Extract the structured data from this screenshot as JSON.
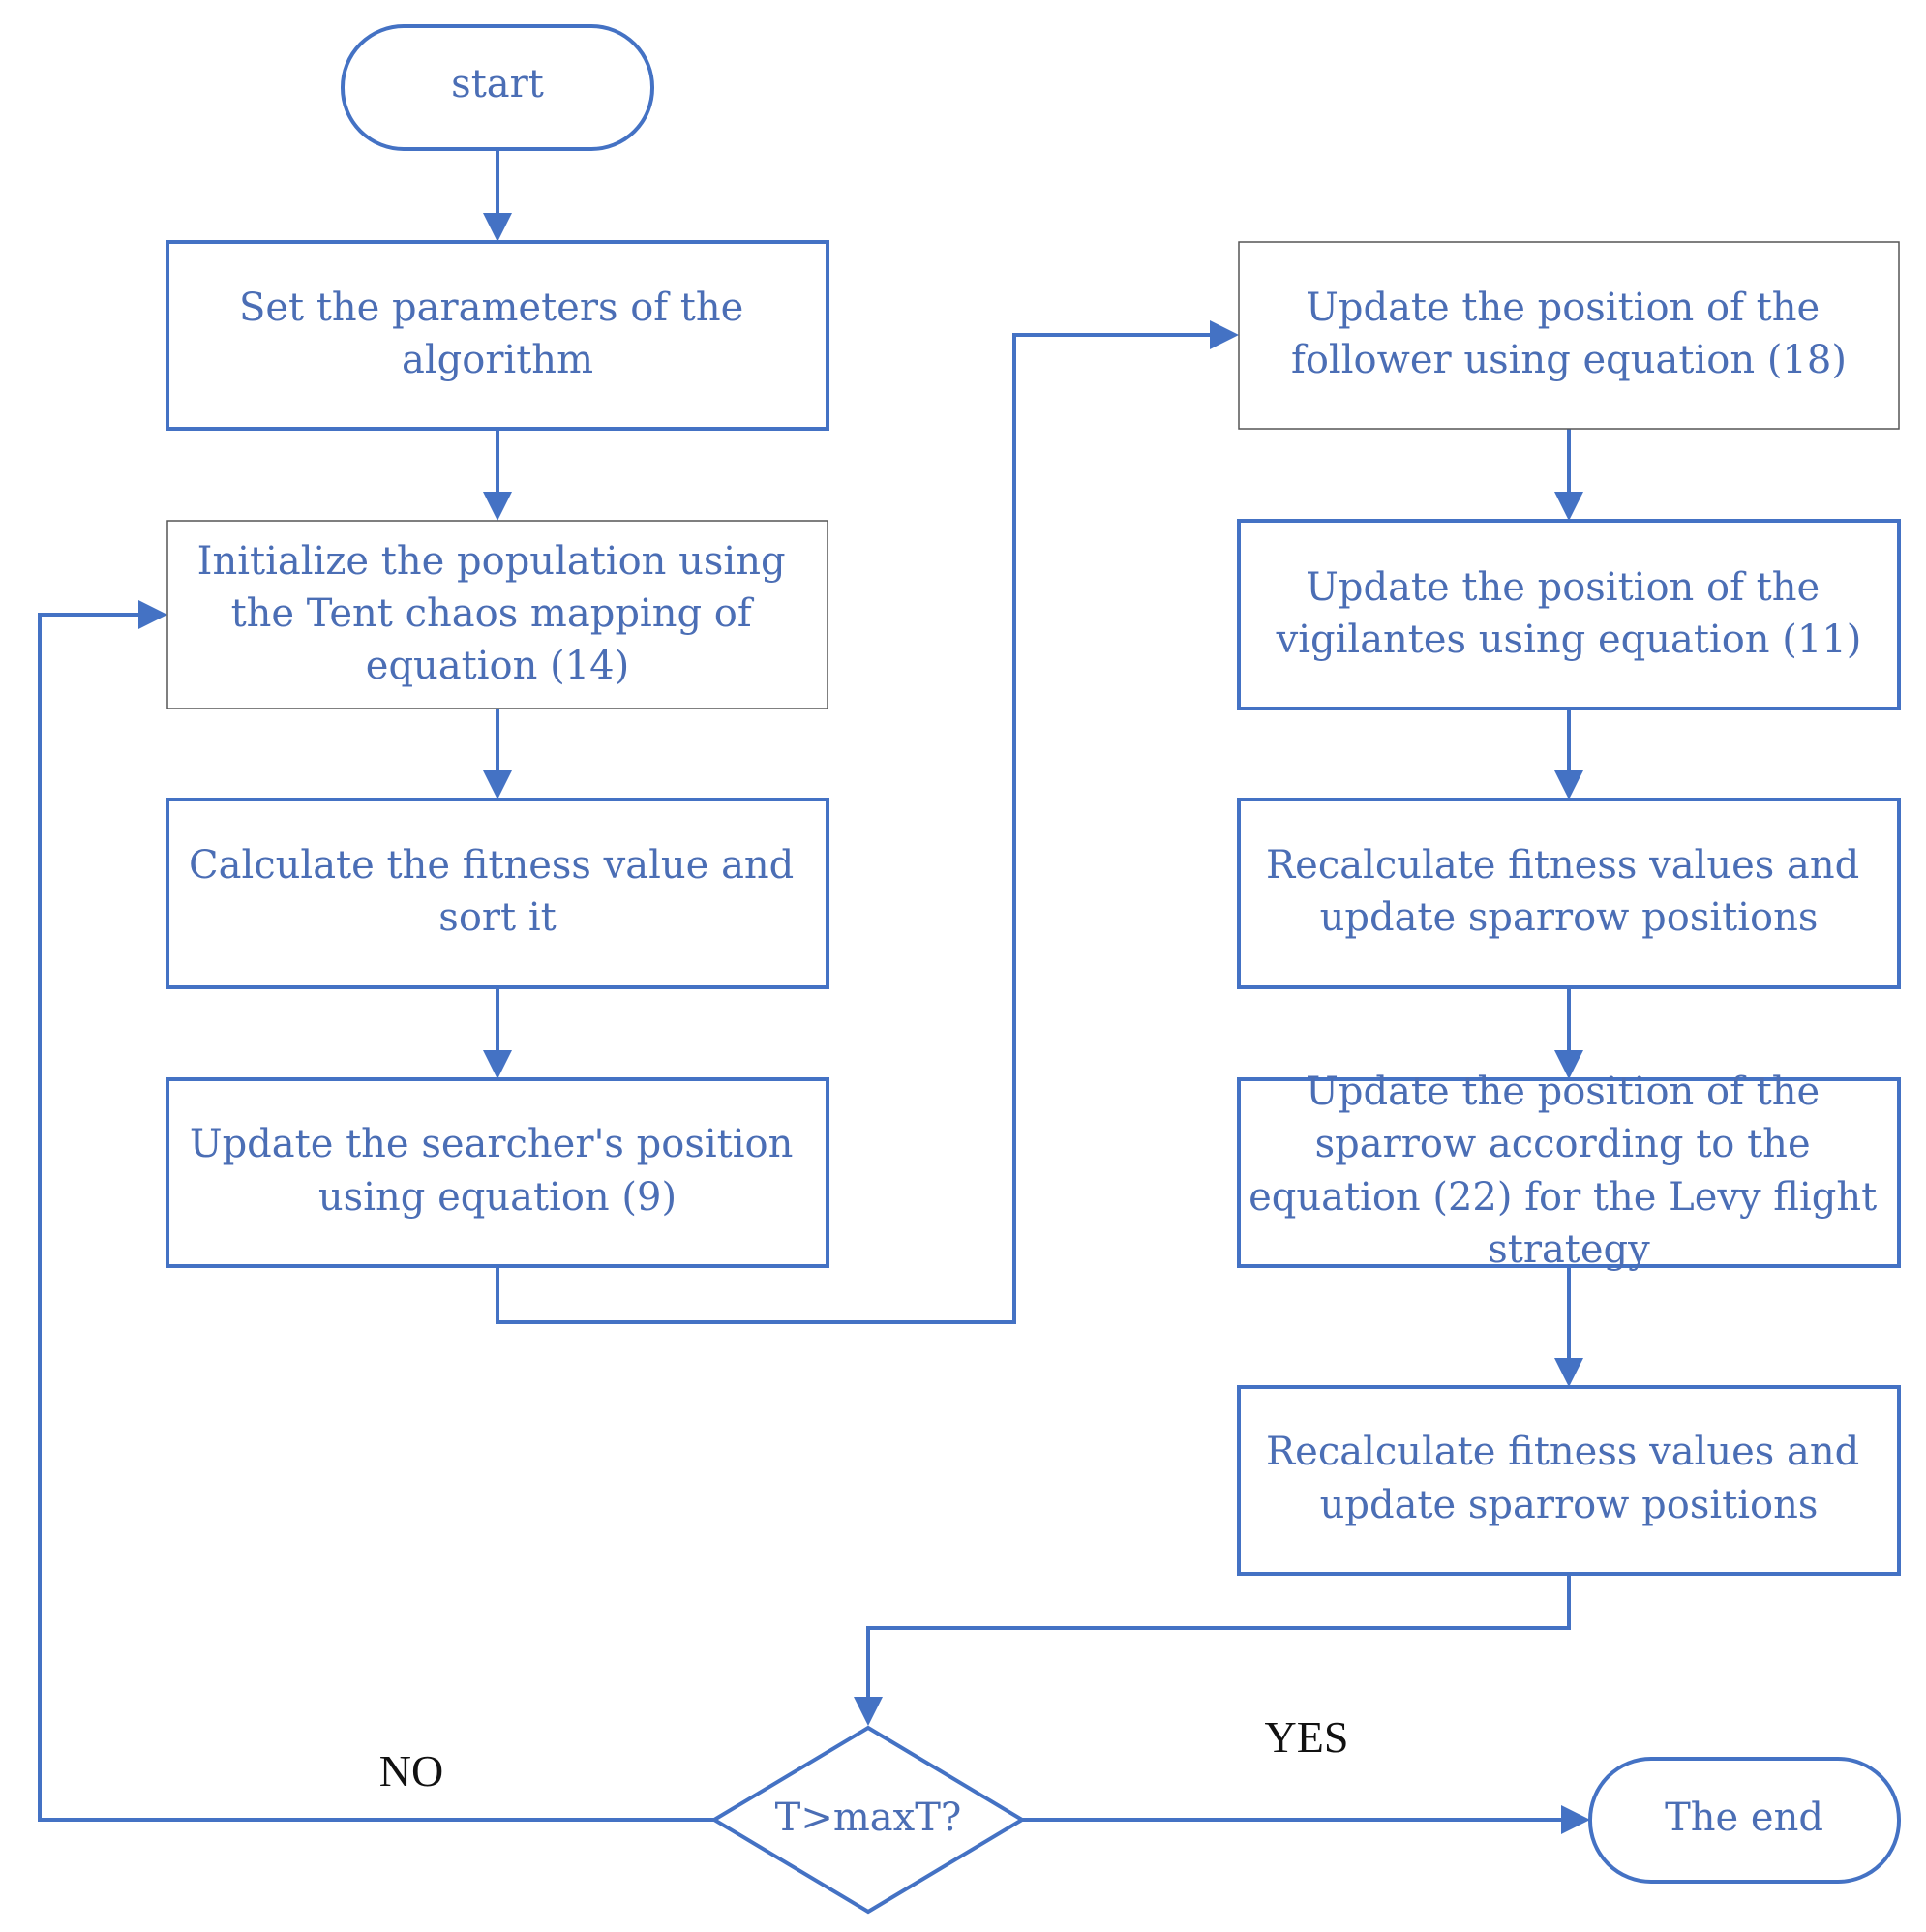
{
  "nodes": {
    "start": {
      "label": "start"
    },
    "set_params": {
      "lines": [
        "Set the parameters of the",
        "algorithm"
      ]
    },
    "initialize": {
      "lines": [
        "Initialize the population using",
        "the Tent chaos mapping of",
        "equation (14)"
      ]
    },
    "calc_fitness": {
      "lines": [
        "Calculate the fitness value and",
        "sort it"
      ]
    },
    "update_searcher": {
      "lines": [
        "Update the searcher's position",
        "using equation (9)"
      ]
    },
    "update_follower": {
      "lines": [
        "Update the position of the",
        "follower using equation (18)"
      ]
    },
    "update_vigilantes": {
      "lines": [
        "Update the position of the",
        "vigilantes using equation (11)"
      ]
    },
    "recalc_1": {
      "lines": [
        "Recalculate fitness values and",
        "update sparrow positions"
      ]
    },
    "levy": {
      "lines": [
        "Update the position of the",
        "sparrow according to the",
        "equation (22) for the Levy flight",
        "strategy"
      ]
    },
    "recalc_2": {
      "lines": [
        "Recalculate fitness values and",
        "update sparrow positions"
      ]
    },
    "decision": {
      "label": "T>maxT?"
    },
    "end": {
      "label": "The end"
    }
  },
  "edge_labels": {
    "no": "NO",
    "yes": "YES"
  },
  "colors": {
    "accent": "#4472c4",
    "text": "#4b6eb5"
  }
}
